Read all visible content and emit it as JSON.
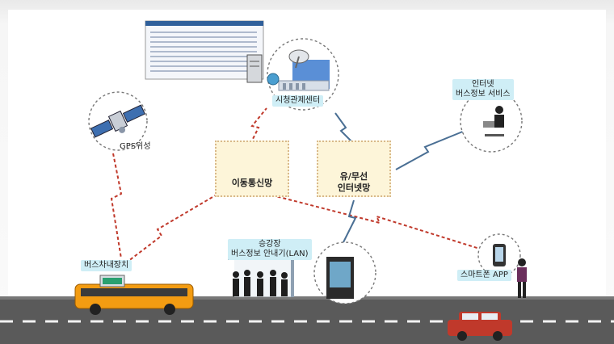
{
  "nodes": {
    "control_center": "시청관제센터",
    "gps": "GPS위성",
    "mobile_net": "이동통신망",
    "internet_line1": "유/무선",
    "internet_line2": "인터넷망",
    "internet_service_line1": "인터넷",
    "internet_service_line2": "버스정보 서비스",
    "bus_stop_line1": "승강장",
    "bus_stop_line2": "버스정보 안내기(LAN)",
    "bus_device": "버스차내장치",
    "smartphone": "스마트폰 APP"
  },
  "colors": {
    "wireless_link": "#c0392b",
    "wired_link": "#4a6f94",
    "node_label_bg": "#cfeef6",
    "hub_fill": "#fdf5d9",
    "road": "#5a5a5a",
    "bus": "#f39c12",
    "car": "#c0392b"
  }
}
